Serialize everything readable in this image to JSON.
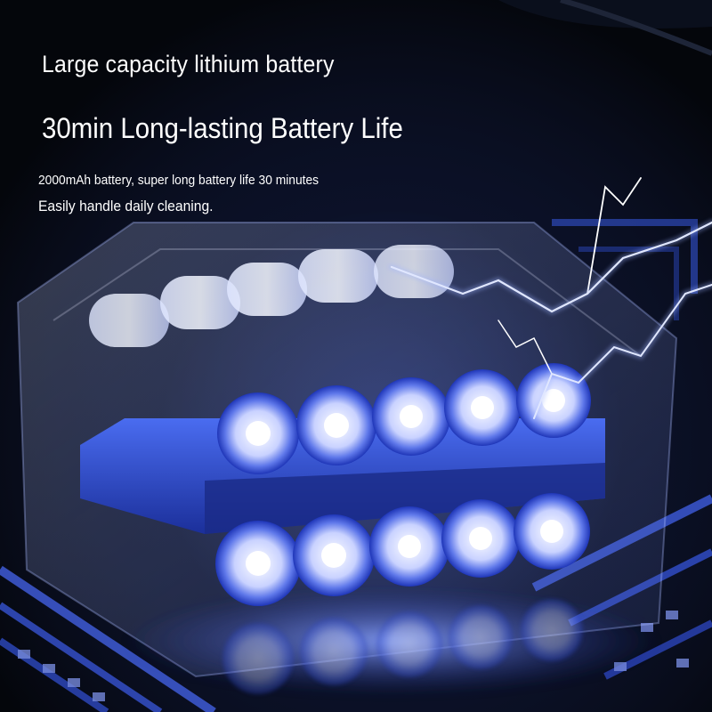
{
  "copy": {
    "headline": "Large capacity lithium battery",
    "subheadline": "30min Long-lasting Battery Life",
    "description_line1": "2000mAh battery, super long battery life 30 minutes",
    "description_line2": "Easily handle daily cleaning."
  },
  "colors": {
    "background": "#05070d",
    "accent_blue": "#2b4fd8",
    "glow_blue": "#6c8cff",
    "text": "#ffffff"
  },
  "battery_pack": {
    "rows": 2,
    "cells_per_row": 5
  }
}
